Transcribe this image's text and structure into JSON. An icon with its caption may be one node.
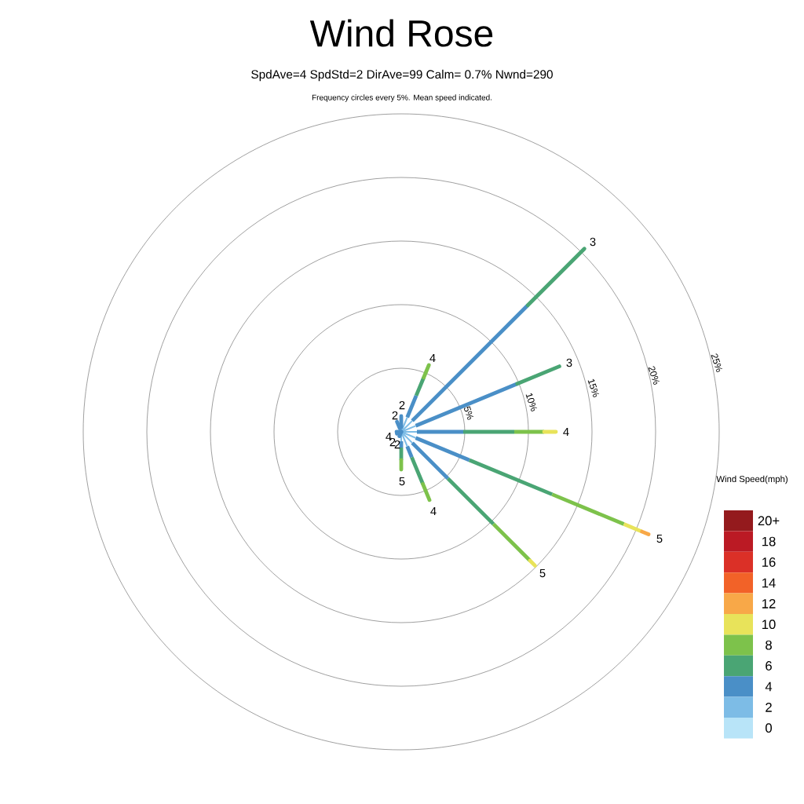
{
  "diagram": {
    "title": "Wind Rose",
    "labels": [
      "SpdAve=4  SpdStd=2  DirAve=99   Calm= 0.7%  Nwnd=290",
      "Frequency circles every 5%. Mean speed indicated.",
      "3",
      "4",
      "25%",
      "3",
      "20%",
      "15%",
      "10%",
      "2",
      "5%",
      "2",
      "4",
      "4",
      "2",
      "2",
      "Wind Speed(mph)",
      "5",
      "4",
      "5",
      "5"
    ],
    "legend": [
      {
        "text": "20+",
        "color": "#941a1d"
      },
      {
        "text": "18",
        "color": "#bb1a24"
      },
      {
        "text": "16",
        "color": "#db3027"
      },
      {
        "text": "14",
        "color": "#f26228"
      },
      {
        "text": "12",
        "color": "#f8a848"
      },
      {
        "text": "10",
        "color": "#e8e35a"
      },
      {
        "text": "8",
        "color": "#7dc24b"
      },
      {
        "text": "6",
        "color": "#4aa574"
      },
      {
        "text": "4",
        "color": "#4a8fc7"
      },
      {
        "text": "2",
        "color": "#7dbce6"
      },
      {
        "text": "0",
        "color": "#b8e4f8"
      }
    ]
  }
}
